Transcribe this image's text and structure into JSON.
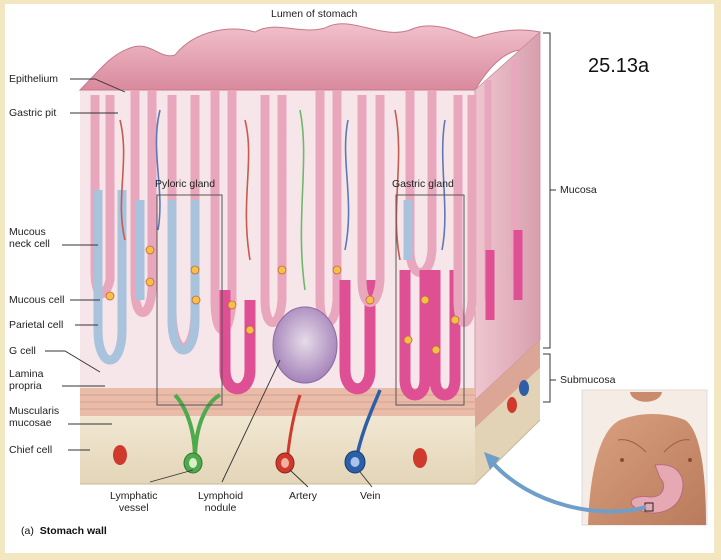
{
  "figure_number": "25.13a",
  "caption": {
    "panel": "(a)",
    "title": "Stomach wall"
  },
  "labels": {
    "lumen": "Lumen of stomach",
    "epithelium": "Epithelium",
    "gastric_pit": "Gastric pit",
    "mucous_neck_cell": "Mucous\nneck cell",
    "mucous_cell": "Mucous cell",
    "parietal_cell": "Parietal cell",
    "g_cell": "G cell",
    "lamina_propria": "Lamina\npropria",
    "muscularis_mucosae": "Muscularis\nmucosae",
    "chief_cell": "Chief cell",
    "pyloric_gland": "Pyloric gland",
    "gastric_gland": "Gastric gland",
    "mucosa": "Mucosa",
    "submucosa": "Submucosa",
    "lymphatic_vessel": "Lymphatic\nvessel",
    "lymphoid_nodule": "Lymphoid\nnodule",
    "artery": "Artery",
    "vein": "Vein"
  },
  "colors": {
    "epithelium_surface": "#e2a0b0",
    "lamina_propria": "#f3e3e6",
    "mucous_cells": "#9fbad6",
    "parietal_cells": "#e2478f",
    "chief_cells": "#d14a8a",
    "muscularis": "#e5b7a4",
    "submucosa": "#efe6d2",
    "artery": "#cf3a2c",
    "vein": "#2d5fa8",
    "lymphatic": "#4fa94d",
    "lymphoid_nodule": "#b69bc7",
    "arrow": "#6f9ec9"
  }
}
